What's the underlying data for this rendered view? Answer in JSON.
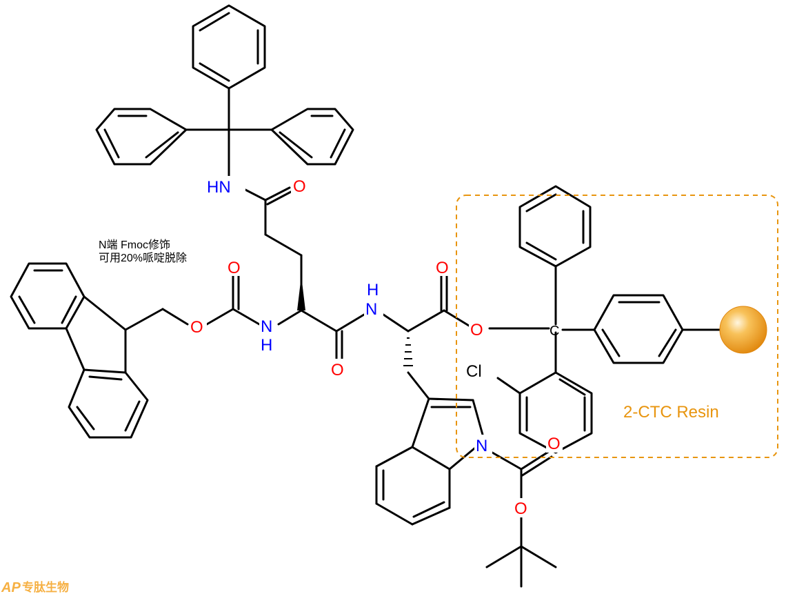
{
  "note": {
    "line1": "N端 Fmoc修饰",
    "line2": "可用20%哌啶脱除"
  },
  "resin_label": "2-CTC Resin",
  "atoms": {
    "hn_trityl": "HN",
    "o_amide_side": "O",
    "o_carbamate_top": "O",
    "o_carbamate_ester": "O",
    "n_carbamate": "N",
    "h_carbamate": "H",
    "o_amide_bottom": "O",
    "h_amide": "H",
    "n_amide": "N",
    "o_ester_top": "O",
    "o_ester": "O",
    "c_trityl": "C",
    "cl": "Cl",
    "n_indole": "N",
    "o_boc_top": "O",
    "o_boc_ester": "O"
  },
  "watermark": {
    "mark": "AP",
    "text": "专肽生物"
  },
  "colors": {
    "bond": "#000000",
    "nitrogen": "#0000ff",
    "oxygen": "#ff0000",
    "resin": "#e8950f",
    "watermark": "#f6b043"
  }
}
